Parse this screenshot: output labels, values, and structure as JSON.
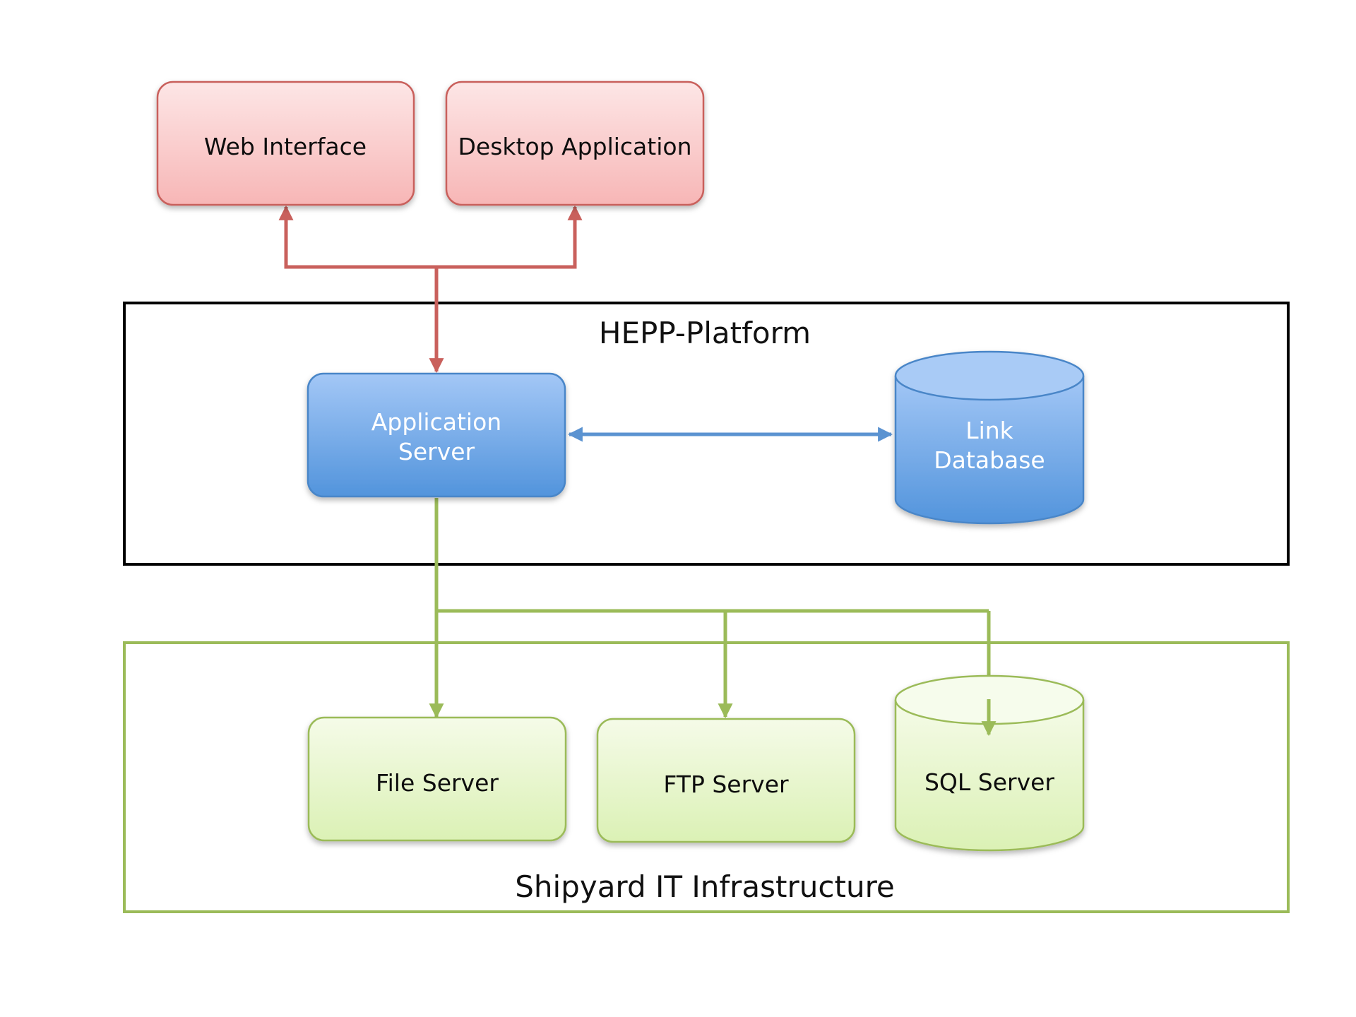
{
  "nodes": {
    "web_interface": {
      "label": "Web Interface"
    },
    "desktop_application": {
      "label": "Desktop Application"
    },
    "application_server": {
      "line1": "Application",
      "line2": "Server"
    },
    "link_database": {
      "line1": "Link",
      "line2": "Database"
    },
    "file_server": {
      "label": "File Server"
    },
    "ftp_server": {
      "label": "FTP Server"
    },
    "sql_server": {
      "label": "SQL Server"
    }
  },
  "groups": {
    "hepp_platform": {
      "label": "HEPP-Platform"
    },
    "shipyard_it": {
      "label": "Shipyard IT Infrastructure"
    }
  },
  "edges": [
    {
      "from": "application_server",
      "to": "web_interface",
      "direction": "both"
    },
    {
      "from": "application_server",
      "to": "desktop_application",
      "direction": "both"
    },
    {
      "from": "application_server",
      "to": "link_database",
      "direction": "both"
    },
    {
      "from": "application_server",
      "to": "file_server",
      "direction": "forward"
    },
    {
      "from": "application_server",
      "to": "ftp_server",
      "direction": "forward"
    },
    {
      "from": "application_server",
      "to": "sql_server",
      "direction": "forward"
    }
  ],
  "colors": {
    "client_fill_top": "#fde3e3",
    "client_fill_bottom": "#f8b9b9",
    "client_stroke": "#c9605c",
    "client_connector": "#c9605c",
    "platform_fill_top": "#a5c8f5",
    "platform_fill_bottom": "#5696dc",
    "platform_stroke": "#4a86c8",
    "platform_connector": "#5b93d1",
    "infra_fill_top": "#f4fbe6",
    "infra_fill_bottom": "#dcf2b8",
    "infra_stroke": "#9bbb59",
    "infra_connector": "#9bbb59",
    "platform_frame": "#000000",
    "text_dark": "#111111",
    "text_light": "#ffffff"
  }
}
